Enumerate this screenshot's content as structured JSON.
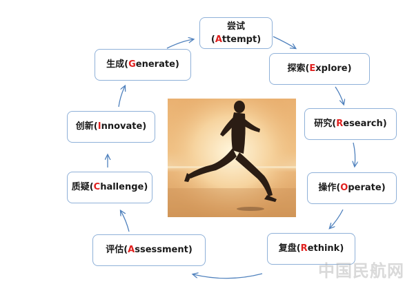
{
  "nodes": {
    "attempt": {
      "zh": "尝试",
      "first": "A",
      "rest": "ttempt"
    },
    "explore": {
      "zh": "探索",
      "first": "E",
      "rest": "xplore"
    },
    "research": {
      "zh": "研究",
      "first": "R",
      "rest": "esearch"
    },
    "operate": {
      "zh": "操作",
      "first": "O",
      "rest": "perate"
    },
    "rethink": {
      "zh": "复盘",
      "first": "R",
      "rest": "ethink"
    },
    "assessment": {
      "zh": "评估",
      "first": "A",
      "rest": "ssessment"
    },
    "challenge": {
      "zh": "质疑",
      "first": "C",
      "rest": "hallenge"
    },
    "innovate": {
      "zh": "创新",
      "first": "I",
      "rest": "nnovate"
    },
    "generate": {
      "zh": "生成",
      "first": "G",
      "rest": "enerate"
    }
  },
  "paren_open": "(",
  "paren_close": ")",
  "watermark": "中国民航网",
  "colors": {
    "border": "#8eb0d8",
    "arrow": "#4f81bd",
    "highlight": "#e0201e"
  }
}
